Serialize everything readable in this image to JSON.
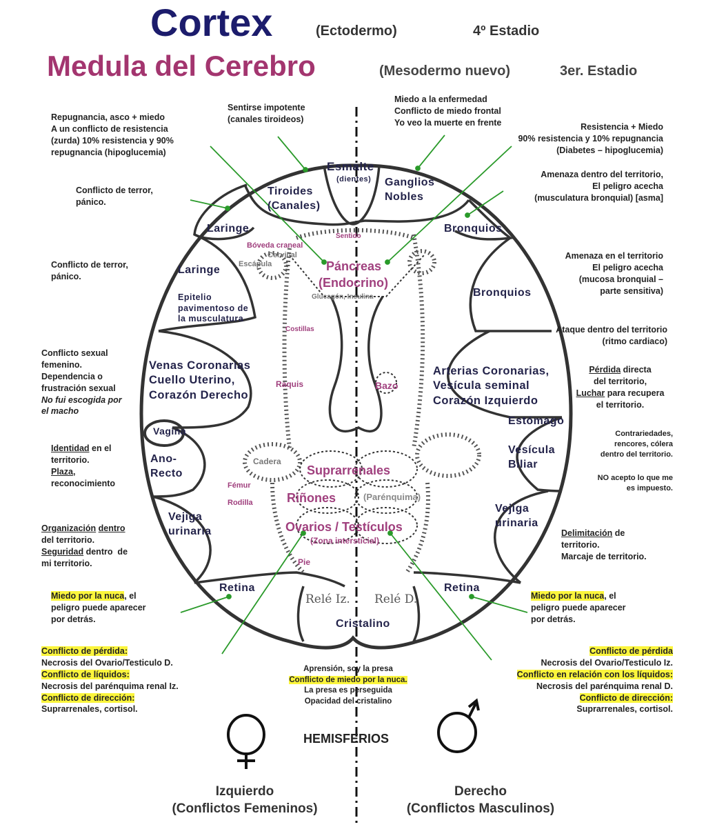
{
  "titles": {
    "cortex": "Cortex",
    "ectodermo": "(Ectodermo)",
    "estadio4": "4º Estadio",
    "medula": "Medula del Cerebro",
    "mesodermo": "(Mesodermo nuevo)",
    "estadio3": "3er. Estadio"
  },
  "left": {
    "repugnancia": "Repugnancia, asco + miedo\nA un conflicto de resistencia\n(zurda) 10% resistencia y 90%\nrepugnancia (hipoglucemia)",
    "terror1": "Conflicto de terror,\npánico.",
    "terror2": "Conflicto de terror,\npánico.",
    "sexual": "Conflicto sexual\nfemenino.\nDependencia o\nfrustración sexual",
    "sexual_italic": "No fui escogida por\nel macho",
    "identidad_u": "Identidad",
    "identidad": " en el\nterritorio.",
    "plaza_u": "Plaza,",
    "reconocimiento": "reconocimiento",
    "organizacion_u": "Organización",
    "organizacion_u2": "dentro",
    "del_territorio": "del territorio.",
    "seguridad_u": "Seguridad",
    "seguridad": " dentro  de\nmi territorio.",
    "nuca_hl": "Miedo por la nuca",
    "nuca": ", el\npeligro puede aparecer\npor detrás.",
    "perdida_hl": "Conflicto de pérdida:",
    "perdida": "Necrosis del Ovario/Testiculo D.",
    "liquidos_hl": "Conflicto de líquidos:",
    "liquidos": "Necrosis del parénquima renal Iz.",
    "direccion_hl": "Conflicto de dirección:",
    "direccion": "Suprarrenales, cortisol."
  },
  "top": {
    "impotente": "Sentirse impotente\n(canales tiroideos)",
    "enfermedad": "Miedo a la enfermedad\nConflicto de miedo frontal\nYo veo la muerte en frente"
  },
  "right": {
    "resistencia": "Resistencia + Miedo\n90% resistencia y 10% repugnancia\n(Diabetes – hipoglucemia)",
    "amenaza_dentro": "Amenaza dentro del territorio,\nEl peligro acecha\n(musculatura bronquial) [asma]",
    "amenaza_en": "Amenaza en el territorio\nEl peligro acecha\n(mucosa bronquial –\nparte sensitiva)",
    "ataque": "Ataque dentro del territorio\n(ritmo cardiaco)",
    "perdida_directa_u": "Pérdida",
    "perdida_directa": " directa\ndel territorio,",
    "luchar_u": "Luchar",
    "luchar": " para recupera\nel territorio.",
    "contrariedades": "Contrariedades,\nrencores, cólera\ndentro del territorio.",
    "no_acepto": "NO acepto lo que me\nes impuesto.",
    "delimitacion_u": "Delimitación",
    "delimitacion": " de\nterritorio.\nMarcaje de territorio.",
    "nuca_hl": "Miedo por la nuca",
    "nuca": ", el\npeligro puede aparecer\npor detrás.",
    "perdida_hl": "Conflicto de pérdida",
    "perdida": "Necrosis del Ovario/Testiculo Iz.",
    "liquidos_hl": "Conflicto en relación con los líquidos:",
    "liquidos": "Necrosis del parénquima renal D.",
    "direccion_hl": "Conflicto de dirección:",
    "direccion": "Suprarrenales, cortisol."
  },
  "center": {
    "aprension": "Aprensión, soy la presa",
    "miedo_nuca_hl": "Conflicto de miedo por la nuca.",
    "perseguida": "La presa es perseguida\nOpacidad del cristalino"
  },
  "regions": {
    "esmalte": "Esmalte",
    "dientes": "(dientes)",
    "tiroides": "Tiroides\n(Canales)",
    "ganglios": "Ganglios\nNobles",
    "laringe1": "Laringe",
    "laringe2": "Laringe",
    "epitelio": "Epitelio\npavimentoso de\nla musculatura",
    "bronquios1": "Bronquios",
    "bronquios2": "Bronquios",
    "venas": "Venas Coronarias\nCuello Uterino,\nCorazón Derecho",
    "vagina": "Vagina",
    "ano": "Ano-\nRecto",
    "vejiga_l": "Vejiga\nurinaria",
    "retina_l": "Retina",
    "retina_r": "Retina",
    "rele_iz": "Relé Iz.",
    "rele_d": "Relé D.",
    "cristalino": "Cristalino",
    "arterias": "Arterias Coronarias,\nVesícula seminal\nCorazón Izquierdo",
    "estomago": "Estómago",
    "vesicula": "Vesícula\nBiliar",
    "vejiga_r": "Vejiga\nurinaria"
  },
  "pink": {
    "pancreas": "Páncreas",
    "endocrino": "(Endocrino)",
    "boveda": "Bóveda craneal",
    "cervical": "Cervical",
    "escapula": "Escápula",
    "glucagon": "Glucagón, Insulina",
    "sentido": "Sentido",
    "costillas": "Costillas",
    "raquis": "Raquis",
    "bazo": "Bazo",
    "cadera": "Cadera",
    "femur": "Fémur",
    "rodilla": "Rodilla",
    "suprarrenales": "Suprarrenales",
    "rinones": "Riñones",
    "parenquima": "(Parénquima)",
    "ovarios": "Ovarios / Testículos",
    "intersticial": "(Zona intersticial)",
    "pie": "Pie"
  },
  "bottom": {
    "hemisferios": "HEMISFERIOS",
    "izquierdo": "Izquierdo\n(Conflictos Femeninos)",
    "derecho": "Derecho\n(Conflictos Masculinos)"
  },
  "colors": {
    "cortex": "#1c1c6c",
    "medula": "#a3356f",
    "arrow": "#2a9a2a",
    "highlight": "#fbf53c",
    "pink": "#a0407e"
  }
}
